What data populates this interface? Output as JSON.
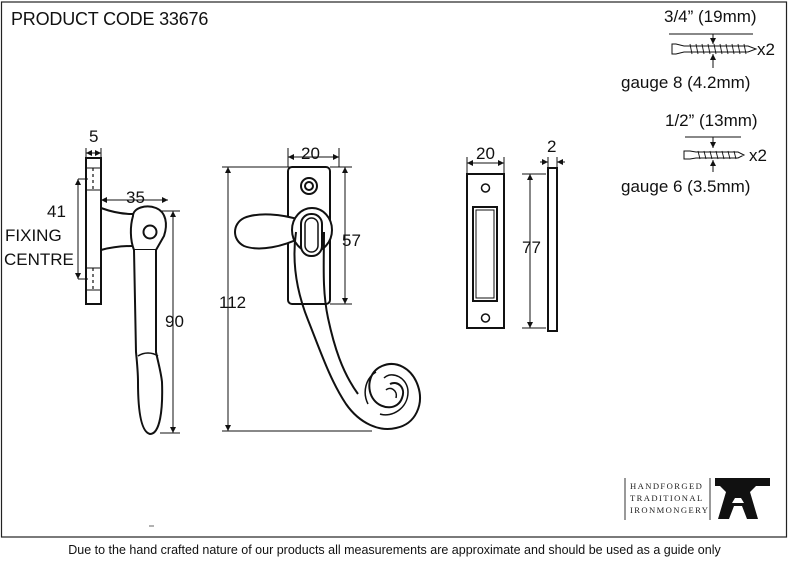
{
  "header": {
    "product_code": "PRODUCT CODE  33676"
  },
  "dimensions": {
    "side_plate_thickness": "5",
    "side_projection": "35",
    "fixing_centre_value": "41",
    "fixing_label_line1": "FIXING",
    "fixing_label_line2": "CENTRE",
    "handle_length": "90",
    "front_plate_width": "20",
    "front_plate_height": "57",
    "overall_height": "112",
    "keep_width": "20",
    "keep_height": "77",
    "keep_thickness": "2"
  },
  "screws": [
    {
      "length": "3/4” (19mm)",
      "qty": "x2",
      "gauge": "gauge 8 (4.2mm)"
    },
    {
      "length": "1/2” (13mm)",
      "qty": "x2",
      "gauge": "gauge 6 (3.5mm)"
    }
  ],
  "brand": {
    "line1": "HANDFORGED",
    "line2": "TRADITIONAL",
    "line3": "IRONMONGERY",
    "logo_icon": "anvil-icon"
  },
  "footer": {
    "disclaimer": "Due to the hand crafted nature of our products all measurements are approximate and should be used as a guide only"
  }
}
